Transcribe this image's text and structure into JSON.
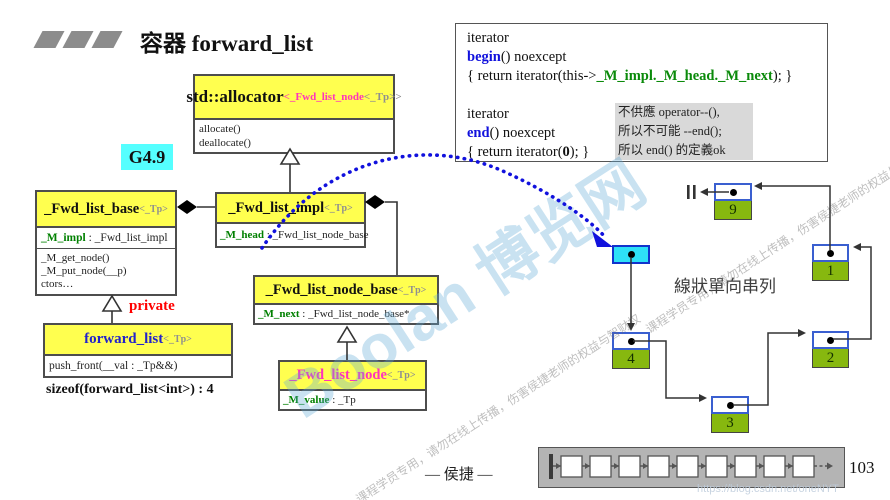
{
  "title": "容器 forward_list",
  "badge": "G4.9",
  "classes": {
    "allocator": {
      "name": "std::allocator",
      "param1": "<_Fwd_list_node",
      "param2": "<_Tp>>",
      "ops": [
        "allocate()",
        "deallocate()"
      ]
    },
    "base": {
      "name": "_Fwd_list_base",
      "param": "<_Tp>",
      "attr_name": "_M_impl",
      "attr_type": " : _Fwd_list_impl",
      "ops": [
        "_M_get_node()",
        "_M_put_node(__p)",
        "ctors…"
      ]
    },
    "impl": {
      "name": "_Fwd_list_impl",
      "param": "<_Tp>",
      "attr_name": "_M_head",
      "attr_type": " : _Fwd_list_node_base"
    },
    "node_base": {
      "name": "_Fwd_list_node_base",
      "param": "<_Tp>",
      "attr_name": "_M_next",
      "attr_type": " : _Fwd_list_node_base*"
    },
    "node": {
      "name": "_Fwd_list_node",
      "param": "<_Tp>",
      "attr_name": "_M_value",
      "attr_type": " : _Tp"
    },
    "forward_list": {
      "name": "forward_list",
      "param": "<_Tp>",
      "ops": [
        "push_front(__val : _Tp&&)"
      ]
    }
  },
  "code_box": {
    "begin": {
      "ret": "iterator",
      "kw": "begin",
      "sig": "() noexcept",
      "body_pre": "{ return iterator(this->",
      "body_em": "_M_impl._M_head._M_next",
      "body_post": "); }"
    },
    "end": {
      "ret": "iterator",
      "kw": "end",
      "sig": "() noexcept",
      "body_pre": "{ return iterator(",
      "body_em": "0",
      "body_post": "); }"
    },
    "note": [
      "不供應 operator--(),",
      "所以不可能 --end();",
      "所以 end() 的定義ok"
    ]
  },
  "labels": {
    "private": "private",
    "sizeof": "sizeof(forward_list<int>) : 4",
    "list_caption": "線狀單向串列",
    "author": "— 侯捷 —",
    "page": "103"
  },
  "list": {
    "nodes": [
      "9",
      "1",
      "2",
      "3",
      "4"
    ]
  },
  "watermark": {
    "brand": "Boolan 博览网",
    "notice": "课程学员专用，请勿在线上传播，伤害侯捷老师的权益与智财权",
    "url": "https://blog.csdn.net/oneNYT"
  },
  "colors": {
    "header_yellow": "#ffff4f",
    "attr_green": "#008000",
    "node_magenta": "#ff33bb",
    "keyword_blue": "#1111dd",
    "badge_cyan": "#55ffff",
    "value_green": "#87b80f",
    "head_cyan": "#2ee0f7",
    "private_red": "#ff0000",
    "dotted_arrow_blue": "#1111dd"
  }
}
